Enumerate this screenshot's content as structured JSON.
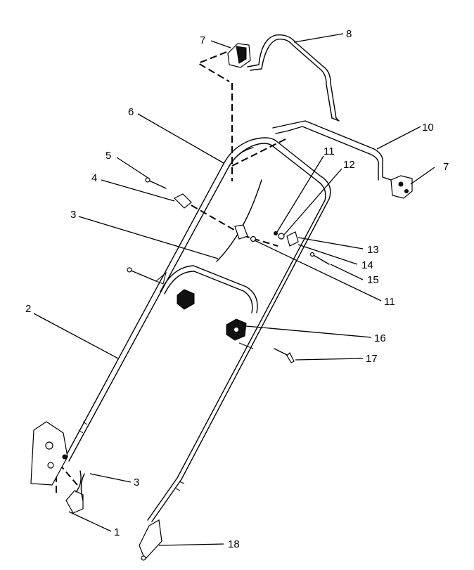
{
  "callouts": [
    "1",
    "2",
    "3",
    "3",
    "4",
    "5",
    "6",
    "7",
    "7",
    "8",
    "10",
    "11",
    "11",
    "12",
    "13",
    "14",
    "15",
    "16",
    "17",
    "18"
  ]
}
